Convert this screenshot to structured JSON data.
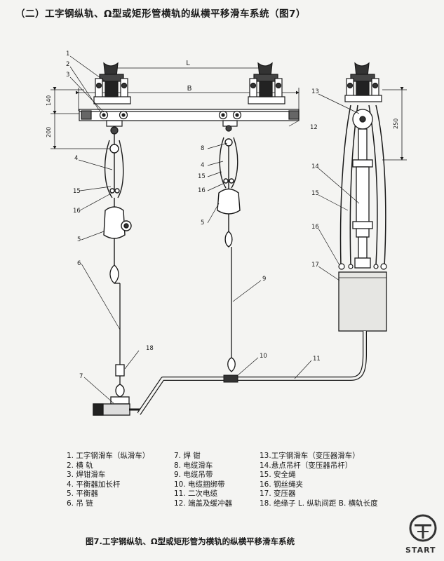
{
  "title": "（二）工字钢纵轨、Ω型或矩形管横轨的纵横平移滑车系统（图7）",
  "dimensions": {
    "L": "L",
    "B": "B",
    "d140": "140",
    "d200": "200",
    "d250": "250"
  },
  "callouts": {
    "n1": "1",
    "n2": "2",
    "n3": "3",
    "n4": "4",
    "n5": "5",
    "n6": "6",
    "n7": "7",
    "n8": "8",
    "n9": "9",
    "n10": "10",
    "n11": "11",
    "n12": "12",
    "n13": "13",
    "n14": "14",
    "n15": "15",
    "n16": "16",
    "n17": "17",
    "n18": "18"
  },
  "legend_col1": [
    "1. 工字钢滑车（纵滑车）",
    "2. 横 轨",
    "3. 焊钳滑车",
    "4. 平衡器加长杆",
    "5. 平衡器",
    "6. 吊 链"
  ],
  "legend_col2": [
    "7. 焊 钳",
    "8. 电缆滑车",
    "9. 电缆吊带",
    "10. 电缆捆绑带",
    "11. 二次电缆",
    "12. 端盖及缓冲器"
  ],
  "legend_col3": [
    "13.工字钢滑车（变压器滑车）",
    "14.悬点吊杆（变压器吊杆）",
    "15. 安全绳",
    "16. 钢丝绳夹",
    "17. 变压器",
    "18. 绝缘子 L. 纵轨间距 B. 横轨长度"
  ],
  "caption": "图7.工字钢纵轨、Ω型或矩形管为横轨的纵横平移滑车系统",
  "logo_text": "START"
}
